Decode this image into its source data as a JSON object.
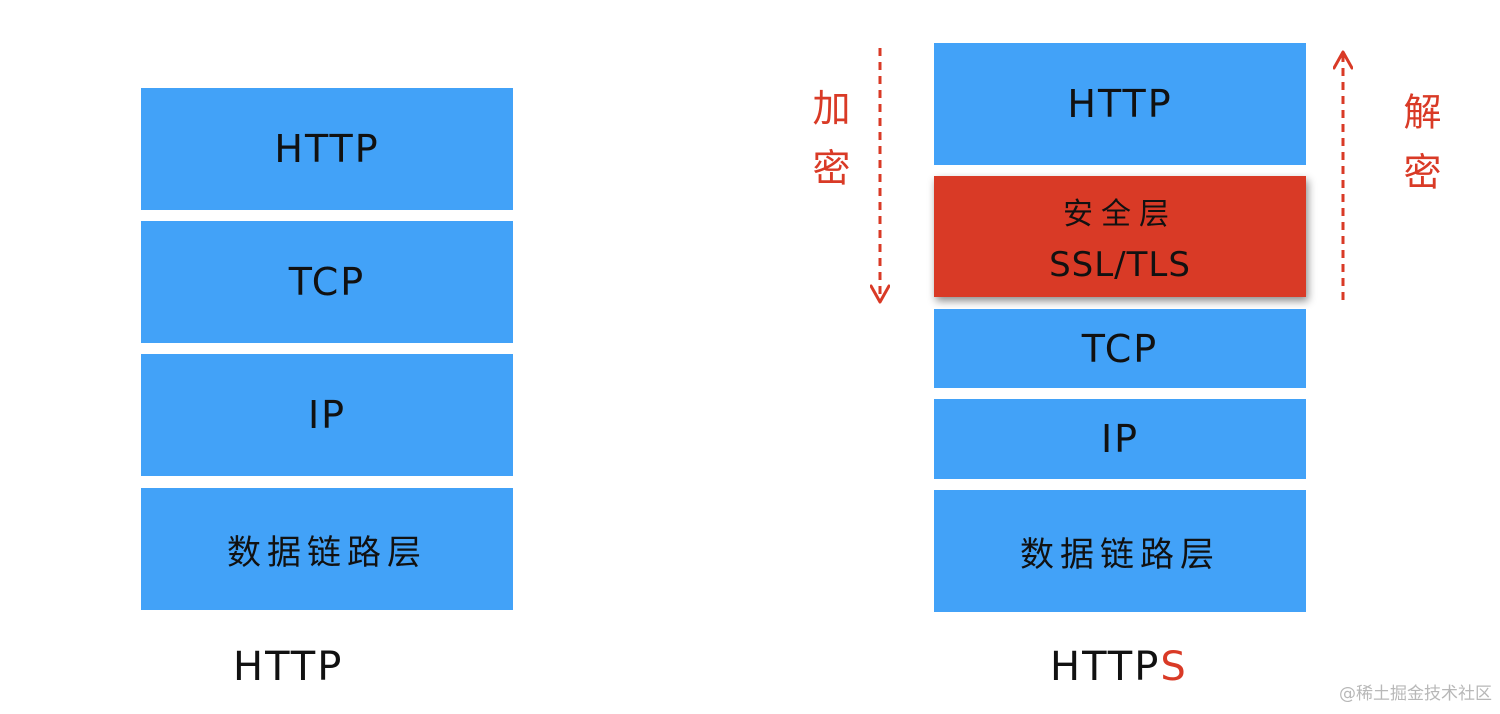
{
  "left_stack": {
    "layers": [
      "HTTP",
      "TCP",
      "IP",
      "数据链路层"
    ],
    "caption": "HTTP"
  },
  "right_stack": {
    "http": "HTTP",
    "secure_layer": {
      "title": "安全层",
      "protocol": "SSL/TLS"
    },
    "tcp": "TCP",
    "ip": "IP",
    "link": "数据链路层",
    "caption_main": "HTTP",
    "caption_accent": "S"
  },
  "annotations": {
    "encrypt": "加密",
    "decrypt": "解密"
  },
  "watermark": "@稀土掘金技术社区",
  "colors": {
    "layer_blue": "#42a2f8",
    "secure_red": "#d93a26",
    "arrow_red": "#d93a26"
  },
  "icons": {
    "down_arrow": "dashed-down-arrow-icon",
    "up_arrow": "dashed-up-arrow-icon"
  }
}
